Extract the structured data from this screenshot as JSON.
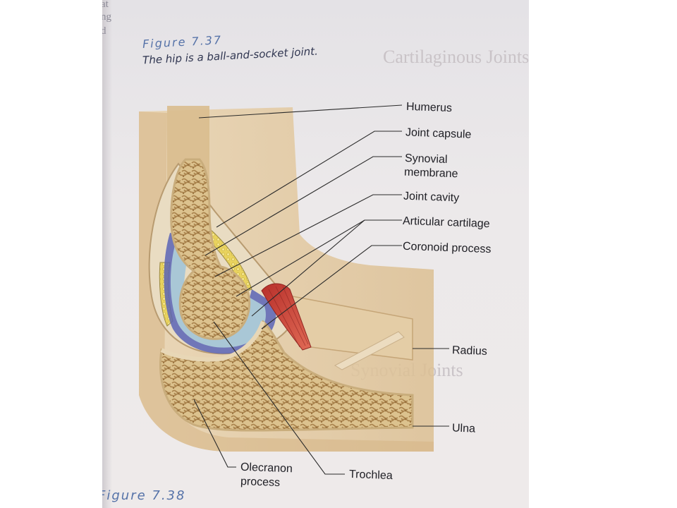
{
  "figure_top": {
    "number": "Figure 7.37",
    "caption": "The hip is a ball-and-socket joint."
  },
  "figure_bottom": {
    "number": "Figure 7.38"
  },
  "margin_fragments": [
    "at",
    "ng",
    "d"
  ],
  "background_text": {
    "heading_1": "Cartilaginous Joints",
    "heading_2": "Synovial Joints"
  },
  "labels": {
    "humerus": "Humerus",
    "joint_capsule": "Joint capsule",
    "synovial_1": "Synovial",
    "synovial_2": "membrane",
    "joint_cavity": "Joint cavity",
    "articular_cartilage": "Articular cartilage",
    "coronoid_process": "Coronoid process",
    "radius": "Radius",
    "ulna": "Ulna",
    "olecranon_1": "Olecranon",
    "olecranon_2": "process",
    "trochlea": "Trochlea"
  },
  "colors": {
    "skin": "#e2c79f",
    "bone": "#dcc28e",
    "marrow": "#b8935c",
    "cartilage": "#a9c7d6",
    "membrane": "#5a64b6",
    "fat": "#e8d160",
    "muscle": "#c9403a",
    "figure_number": "#5572a8"
  }
}
